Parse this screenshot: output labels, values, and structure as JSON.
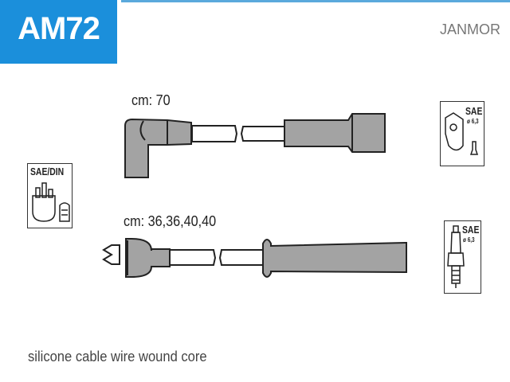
{
  "header": {
    "part_code": "AM72",
    "brand": "JANMOR"
  },
  "cables": [
    {
      "length_label": "cm: 70"
    },
    {
      "length_label": "cm: 36,36,40,40"
    }
  ],
  "icons": {
    "distributor_left": {
      "label": "SAE/DIN"
    },
    "distributor_right": {
      "label": "SAE",
      "diameter": "ø 6,3"
    },
    "spark_plug": {
      "label": "SAE",
      "diameter": "ø 6,3"
    }
  },
  "footer": {
    "description": "silicone cable wire wound core"
  },
  "colors": {
    "accent": "#1b8fdb",
    "part_fill": "#a3a3a3"
  }
}
